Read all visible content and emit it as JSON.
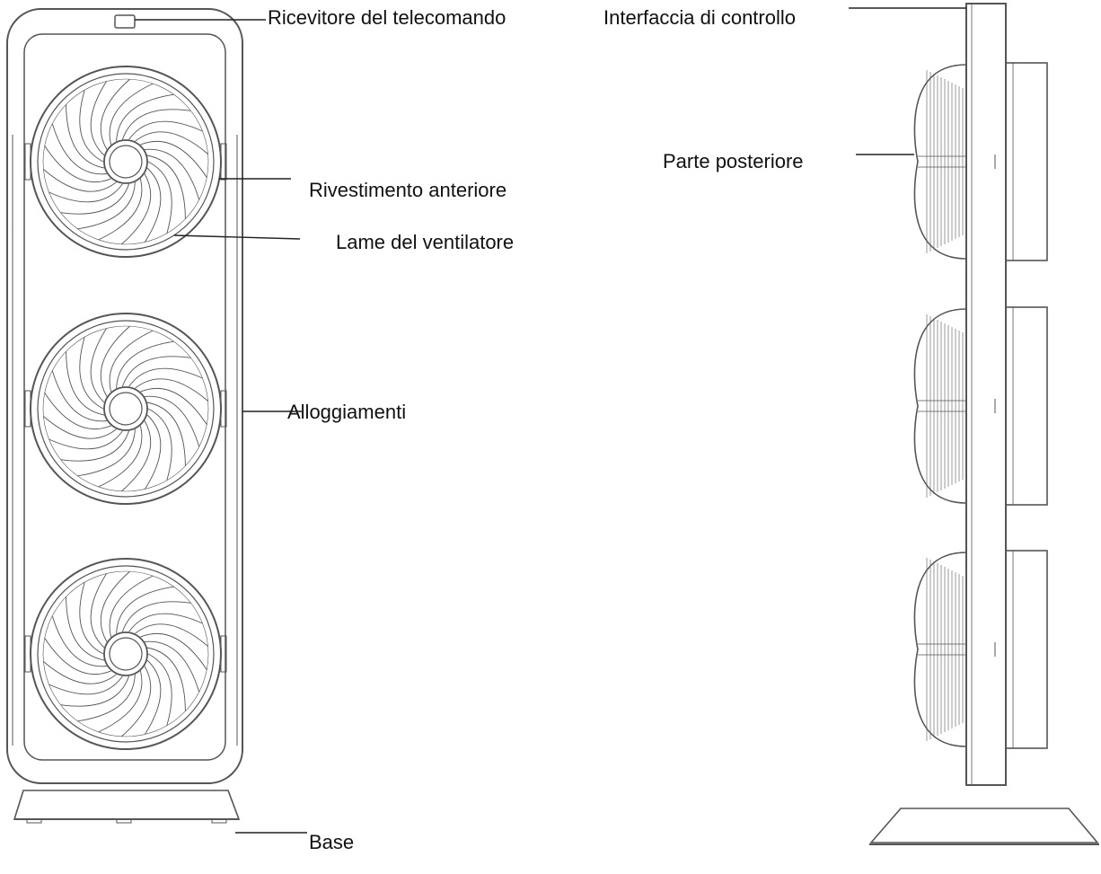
{
  "labels": {
    "remote_receiver": "Ricevitore del telecomando",
    "control_interface": "Interfaccia di controllo",
    "rear_part": "Parte posteriore",
    "front_cover": "Rivestimento anteriore",
    "fan_blades": "Lame del ventilatore",
    "housings": "Alloggiamenti",
    "base": "Base"
  },
  "colors": {
    "line": "#555555",
    "leader": "#222222",
    "text": "#111111",
    "background": "#ffffff"
  }
}
